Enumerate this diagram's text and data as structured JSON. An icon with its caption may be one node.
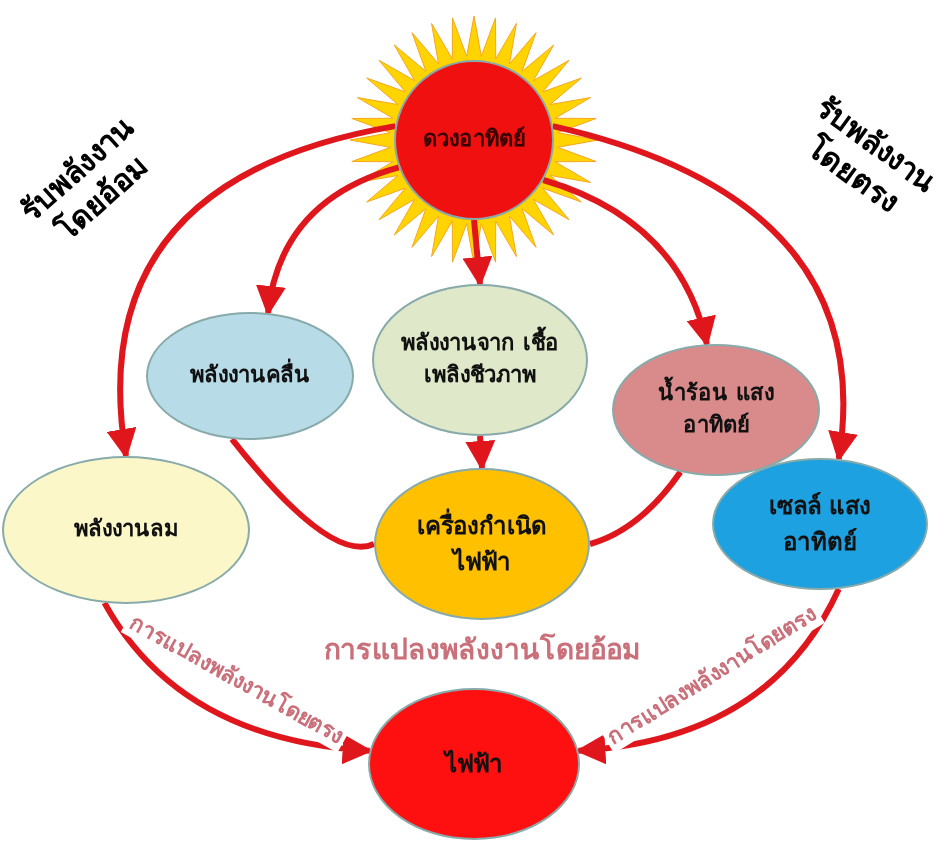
{
  "diagram": {
    "nodes": [
      {
        "text": [
          "ดวงอาทิตย์"
        ]
      },
      {
        "text": [
          "พลังงานคลื่น"
        ]
      },
      {
        "text": [
          "พลังงานจาก เชื้อเพลิงชีวภาพ"
        ]
      },
      {
        "text": [
          "น้ำร้อน แสงอาทิตย์"
        ]
      },
      {
        "text": [
          "พลังงานลม"
        ]
      },
      {
        "text": [
          "เครื่องกำเนิด ไฟฟ้า"
        ]
      },
      {
        "text": [
          "เซลล์ แสงอาทิตย์"
        ]
      },
      {
        "text": [
          "ไฟฟ้า"
        ]
      }
    ],
    "edges": [
      {
        "from": 0,
        "to": 1,
        "arrow": "to"
      },
      {
        "from": 0,
        "to": 2,
        "arrow": "to"
      },
      {
        "from": 0,
        "to": 3,
        "arrow": "to"
      },
      {
        "from": 0,
        "to": 4,
        "arrow": "to"
      },
      {
        "from": 0,
        "to": 6,
        "arrow": "to"
      },
      {
        "from": 2,
        "to": 5,
        "arrow": "to"
      },
      {
        "from": 1,
        "to": 5,
        "arrow": "none"
      },
      {
        "from": 3,
        "to": 5,
        "arrow": "none"
      },
      {
        "from": 4,
        "to": 7,
        "arrow": "to",
        "label": "การแปลงพลังงานโดยตรง"
      },
      {
        "from": 6,
        "to": 7,
        "arrow": "to",
        "label": "การแปลงพลังงานโดยตรง"
      }
    ],
    "labels": [
      "รับพลังงาน โดยอ้อม",
      "รับพลังงาน โดยตรง",
      "การแปลงพลังงานโดยอ้อม"
    ]
  }
}
